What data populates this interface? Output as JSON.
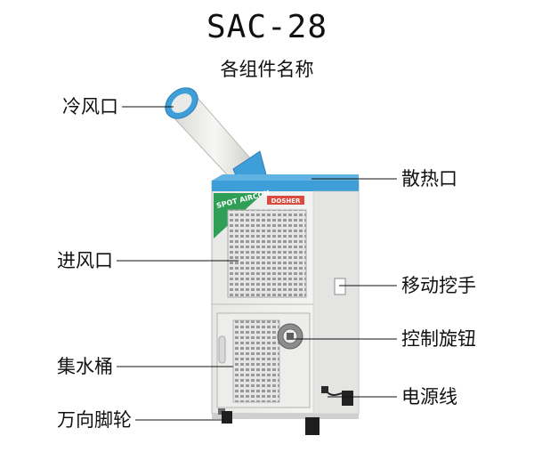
{
  "title": "SAC-28",
  "subtitle": "各组件名称",
  "brand_text": "SPOT AIRCON",
  "logo_text": "DOSHER",
  "colors": {
    "accent_blue": "#3e9fd8",
    "body_white": "#f2f2f0",
    "panel_grey": "#dcdcdc",
    "sticker_green": "#2f9e57",
    "leader_line": "#111111"
  },
  "labels": {
    "cold_air_outlet": "冷风口",
    "air_inlet": "进风口",
    "water_tank": "集水桶",
    "casters": "万向脚轮",
    "heat_vent": "散热口",
    "handle": "移动挖手",
    "control_knob": "控制旋钮",
    "power_cord": "电源线"
  }
}
